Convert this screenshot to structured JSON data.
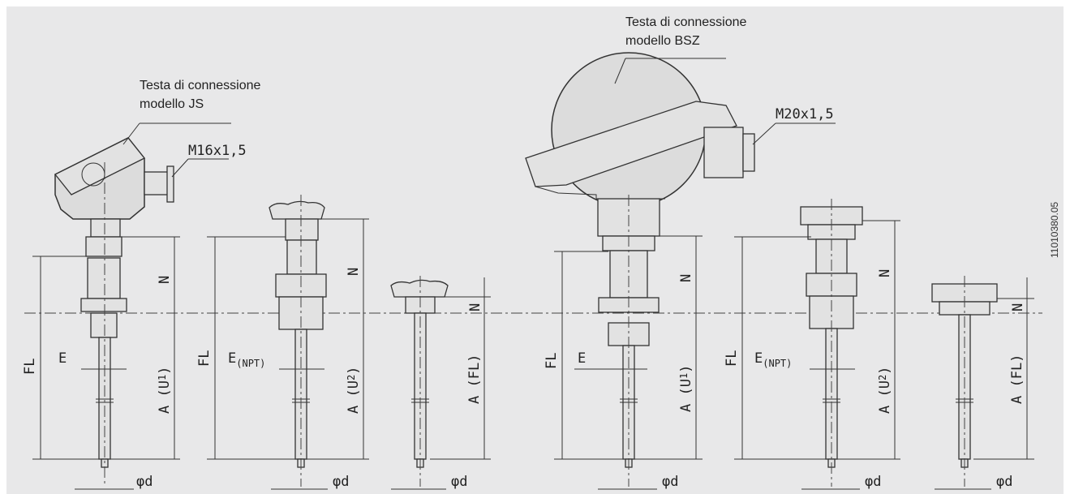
{
  "header": {
    "js_label_line1": "Testa di connessione",
    "js_label_line2": "modello JS",
    "bsz_label_line1": "Testa di connessione",
    "bsz_label_line2": "modello BSZ",
    "thread_js": "M16x1,5",
    "thread_bsz": "M20x1,5",
    "drawing_code": "11010380.05"
  },
  "dims": {
    "FL": "FL",
    "N": "N",
    "E": "E",
    "E_main": "E",
    "E_sub": "(NPT)",
    "A_U1_main": "A (U",
    "A_U1_sub": "1",
    "A_U2_main": "A (U",
    "A_U2_sub": "2",
    "A_close": ")",
    "A_FL": "A (FL)",
    "phi_d": "φd"
  },
  "colors": {
    "background": "#e8e8e9",
    "line": "#333333"
  }
}
